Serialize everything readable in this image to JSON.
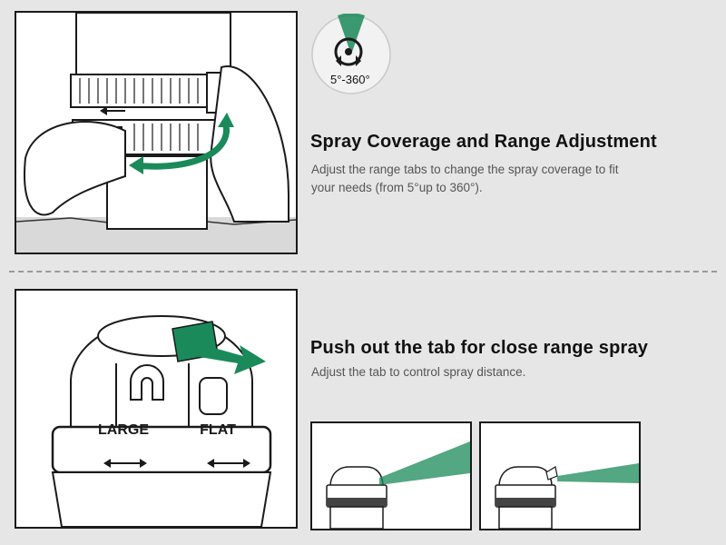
{
  "section_coverage": {
    "title": "Spray Coverage and Range Adjustment",
    "description_line1": "Adjust the range tabs to change the spray coverage to fit",
    "description_line2": "your needs (from 5°up to 360°).",
    "badge_label": "5°-360°"
  },
  "section_distance": {
    "title": "Push out the tab for close range spray",
    "description": "Adjust the tab to control spray distance.",
    "nozzle_labels": [
      "LARGE",
      "FLAT"
    ]
  },
  "colors": {
    "accent_green": "#1a8a5a",
    "outline": "#1a1a1a",
    "background": "#e6e6e6"
  },
  "icons": [
    "rotation-arrow-icon",
    "double-arrow-icon",
    "u-nozzle-icon",
    "push-arrow-icon"
  ]
}
